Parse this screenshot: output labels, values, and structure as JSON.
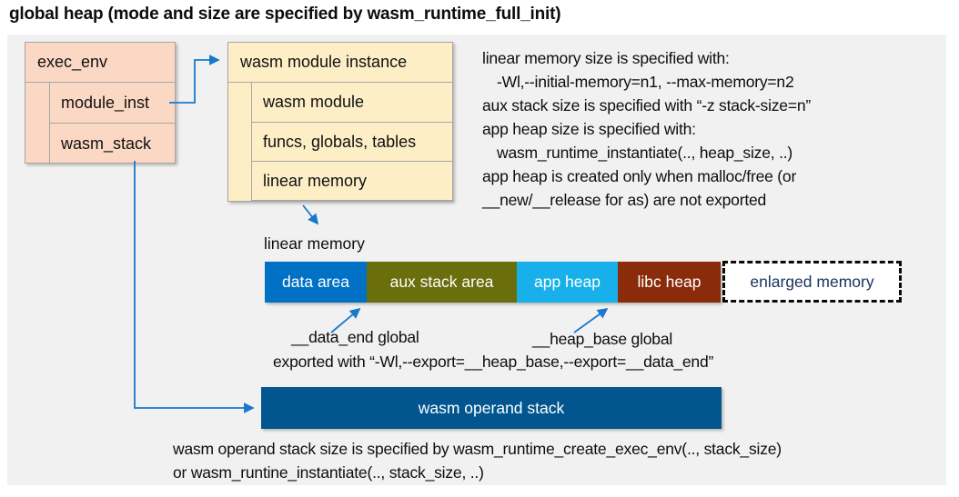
{
  "title": "global heap (mode and size are specified by wasm_runtime_full_init)",
  "exec_env": {
    "header": "exec_env",
    "rows": [
      "module_inst",
      "wasm_stack"
    ]
  },
  "module_instance": {
    "header": "wasm module instance",
    "rows": [
      "wasm module",
      "funcs, globals, tables",
      "linear memory"
    ]
  },
  "notes_right": {
    "lines": [
      {
        "text": "linear memory size is specified with:",
        "indent": false
      },
      {
        "text": "-Wl,--initial-memory=n1, --max-memory=n2",
        "indent": true
      },
      {
        "text": "aux stack size is specified with “-z stack-size=n”",
        "indent": false
      },
      {
        "text": "app heap size is specified with:",
        "indent": false
      },
      {
        "text": "wasm_runtime_instantiate(.., heap_size, ..)",
        "indent": true
      },
      {
        "text": "app heap is created only when malloc/free (or",
        "indent": false
      },
      {
        "text": "__new/__release for as) are not exported",
        "indent": false
      }
    ]
  },
  "linear_memory": {
    "label": "linear memory",
    "segments": [
      {
        "label": "data area",
        "color": "#0071c5",
        "width": 112
      },
      {
        "label": "aux stack area",
        "color": "#6a6e0c",
        "width": 165
      },
      {
        "label": "app heap",
        "color": "#18b0ea",
        "width": 111
      },
      {
        "label": "libc heap",
        "color": "#8a2b0c",
        "width": 113
      }
    ],
    "enlarged": {
      "label": "enlarged memory",
      "text_color": "#16325c"
    }
  },
  "annotations": {
    "data_end": "__data_end global",
    "heap_base": "__heap_base global",
    "export_line": "exported with “-Wl,--export=__heap_base,--export=__data_end”"
  },
  "operand_stack": {
    "label": "wasm operand stack",
    "color": "#02568f"
  },
  "notes_bottom": {
    "lines": [
      "wasm operand stack size is specified by wasm_runtime_create_exec_env(.., stack_size)",
      "or wasm_runtine_instantiate(.., stack_size, ..)"
    ]
  },
  "colors": {
    "panel_bg": "#f1f1f1",
    "exec_env_fill": "#fbd8c3",
    "module_instance_fill": "#fdeec6",
    "box_border": "#a6a6a6",
    "connector": "#1778cf"
  }
}
